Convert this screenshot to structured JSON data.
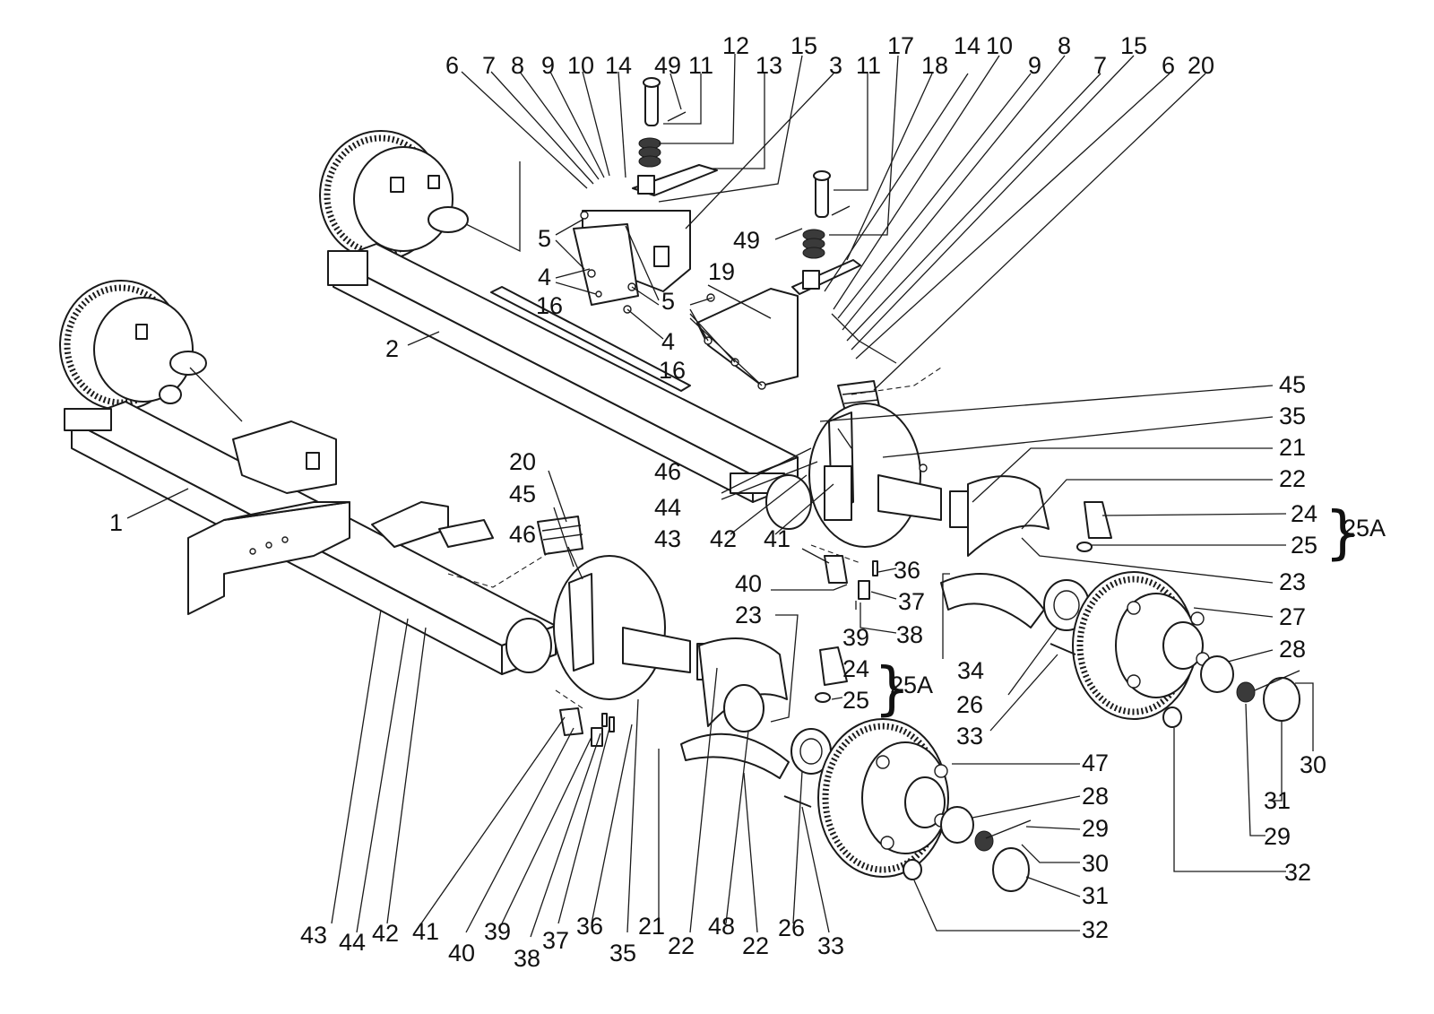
{
  "diagram": {
    "labels": {
      "l6a": "6",
      "l7a": "7",
      "l8a": "8",
      "l9a": "9",
      "l10a": "10",
      "l14a": "14",
      "l49a": "49",
      "l11a": "11",
      "l12": "12",
      "l13": "13",
      "l15a": "15",
      "l3": "3",
      "l11b": "11",
      "l17": "17",
      "l18": "18",
      "l14b": "14",
      "l10b": "10",
      "l9b": "9",
      "l8b": "8",
      "l7b": "7",
      "l15b": "15",
      "l6b": "6",
      "l20a": "20",
      "l5a": "5",
      "l4a": "4",
      "l16a": "16",
      "l5b": "5",
      "l4b": "4",
      "l16b": "16",
      "l19": "19",
      "l49b": "49",
      "l2": "2",
      "l1": "1",
      "l45a": "45",
      "l35a": "35",
      "l21a": "21",
      "l22a": "22",
      "l24a": "24",
      "l25Aa": "25A",
      "l25a": "25",
      "l23a": "23",
      "l27": "27",
      "l28a": "28",
      "l30a": "30",
      "l31a": "31",
      "l29a": "29",
      "l32a": "32",
      "l46a": "46",
      "l44a": "44",
      "l43a": "43",
      "l42a": "42",
      "l41a": "41",
      "l36a": "36",
      "l37a": "37",
      "l38a": "38",
      "l39a": "39",
      "l40a": "40",
      "l34": "34",
      "l26a": "26",
      "l33a": "33",
      "l20b": "20",
      "l45b": "45",
      "l46b": "46",
      "l23b": "23",
      "l24b": "24",
      "l25b": "25",
      "l25Ab": "25A",
      "l47": "47",
      "l28b": "28",
      "l29b": "29",
      "l30b": "30",
      "l31b": "31",
      "l32b": "32",
      "b43": "43",
      "b44": "44",
      "b42": "42",
      "b41": "41",
      "b40": "40",
      "b39": "39",
      "b38": "38",
      "b37": "37",
      "b36": "36",
      "b35": "35",
      "b21": "21",
      "b22a": "22",
      "b48": "48",
      "b22b": "22",
      "b26": "26",
      "b33": "33"
    }
  }
}
